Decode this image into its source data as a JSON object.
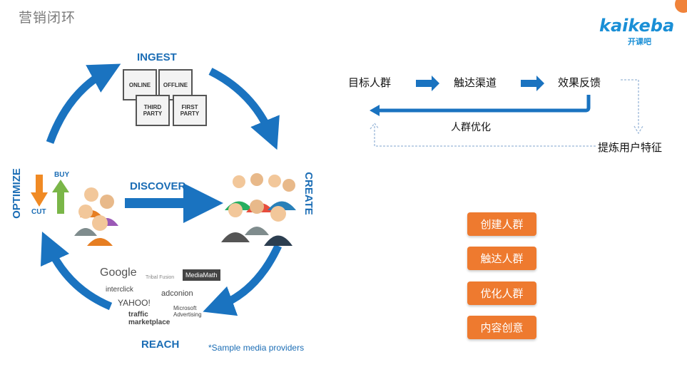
{
  "slide": {
    "title": "营销闭环"
  },
  "logo": {
    "brand": "kaikeba",
    "sub": "开课吧"
  },
  "cycle": {
    "ingest": "INGEST",
    "create": "CREATE",
    "reach": "REACH",
    "optimize": "OPTIMIZE",
    "discover": "DISCOVER",
    "buy": "BUY",
    "cut": "CUT",
    "docs": [
      "ONLINE",
      "OFFLINE",
      "THIRD PARTY",
      "FIRST PARTY"
    ]
  },
  "providers": {
    "items": [
      "Google",
      "Tribal Fusion",
      "MediaMath",
      "interclick",
      "adconion",
      "YAHOO!",
      "Microsoft Advertising",
      "traffic marketplace"
    ],
    "footnote": "*Sample media providers"
  },
  "flow": {
    "step1": "目标人群",
    "step2": "触达渠道",
    "step3": "效果反馈",
    "loop_label": "人群优化",
    "side_label": "提炼用户特征"
  },
  "buttons": [
    "创建人群",
    "触达人群",
    "优化人群",
    "内容创意"
  ],
  "colors": {
    "blue": "#1b6db5",
    "arrow_blue": "#1a73c0",
    "orange": "#ee7a2f"
  }
}
